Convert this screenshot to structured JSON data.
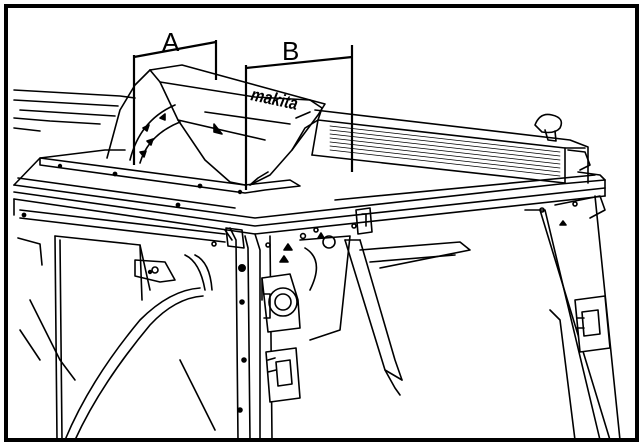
{
  "labels": {
    "a": "A",
    "b": "B"
  },
  "brand": "makita",
  "colors": {
    "line": "#000000",
    "background": "#ffffff"
  }
}
